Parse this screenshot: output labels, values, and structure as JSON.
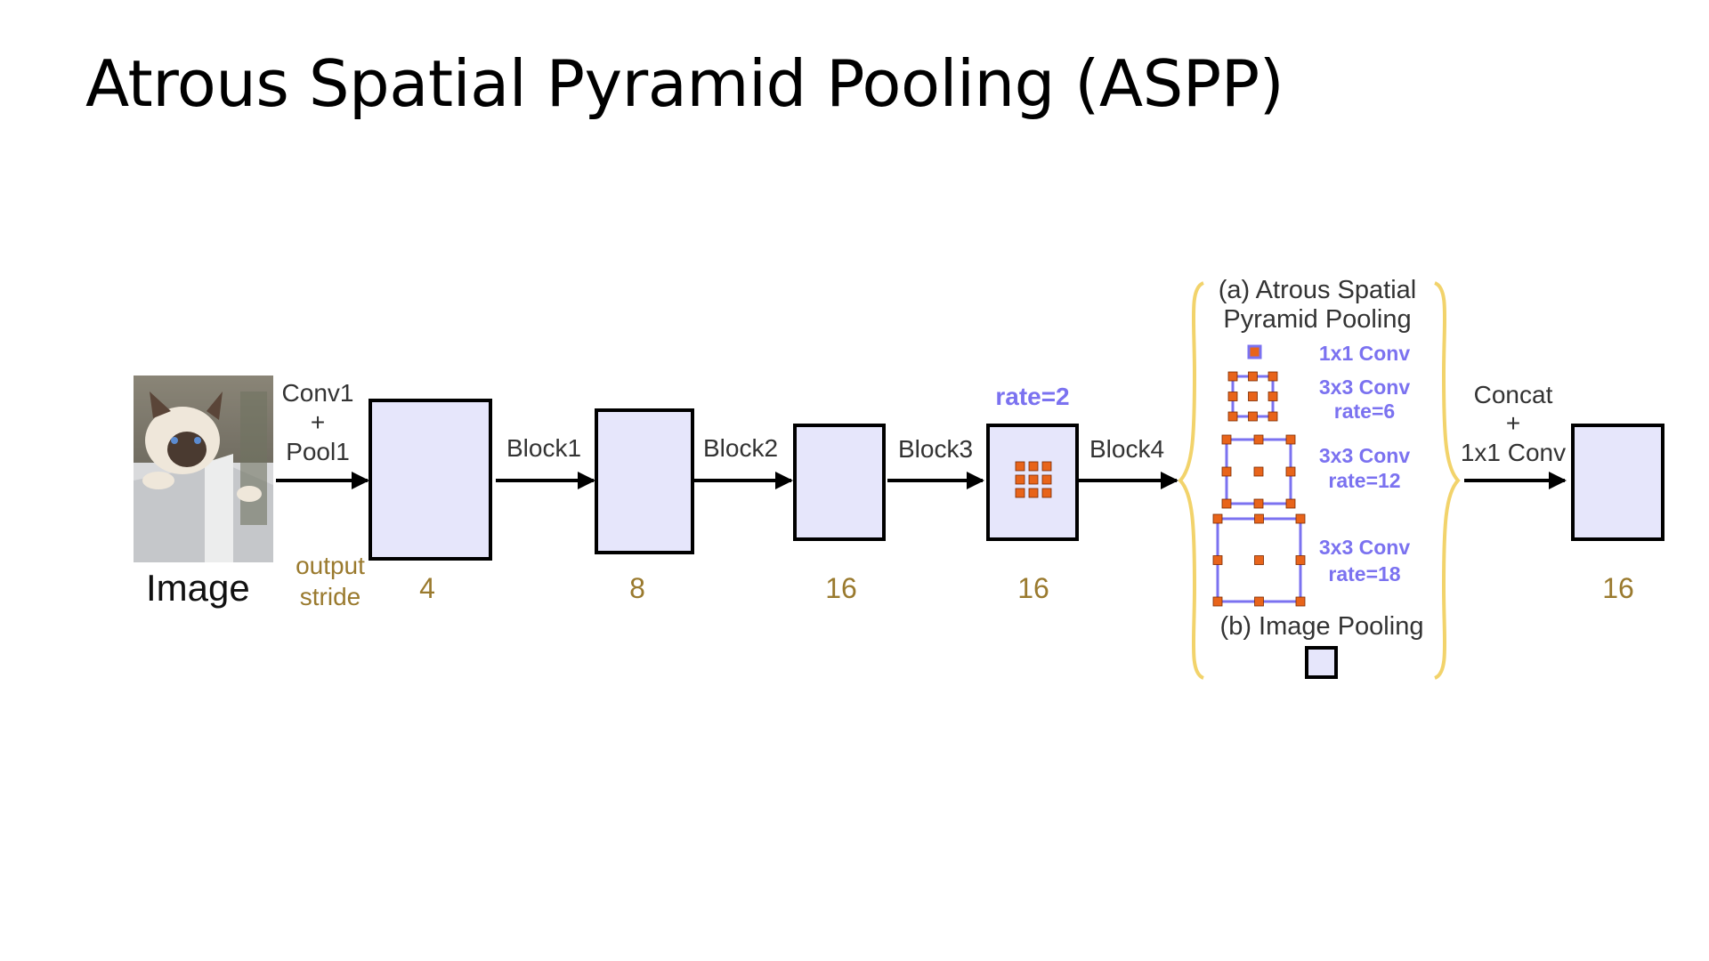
{
  "title": "Atrous Spatial Pyramid Pooling (ASPP)",
  "image_label": "Image",
  "conv1": {
    "line1": "Conv1",
    "line2": "+",
    "line3": "Pool1"
  },
  "output_stride": {
    "line1": "output",
    "line2": "stride"
  },
  "blocks": [
    {
      "label": "Block1",
      "stride": "4"
    },
    {
      "label": "Block2",
      "stride": "8"
    },
    {
      "label": "Block3",
      "stride": "16"
    },
    {
      "label": "Block4",
      "stride": "16"
    }
  ],
  "rate": "rate=2",
  "aspp": {
    "heading_line1": "(a) Atrous Spatial",
    "heading_line2": "Pyramid Pooling",
    "conv1x1": "1x1 Conv",
    "conv3x3_a": "3x3 Conv",
    "rate6": "rate=6",
    "conv3x3_b": "3x3 Conv",
    "rate12": "rate=12",
    "conv3x3_c": "3x3 Conv",
    "rate18": "rate=18",
    "image_pooling": "(b) Image Pooling"
  },
  "concat": {
    "line1": "Concat",
    "line2": "+",
    "line3": "1x1 Conv"
  },
  "final_stride": "16",
  "colors": {
    "box_fill": "#e6e6fb",
    "kernel_orange": "#e8641a",
    "accent_blue": "#7b72f0",
    "stride_gold": "#9a7a2e",
    "brace_yellow": "#f2d36b"
  }
}
